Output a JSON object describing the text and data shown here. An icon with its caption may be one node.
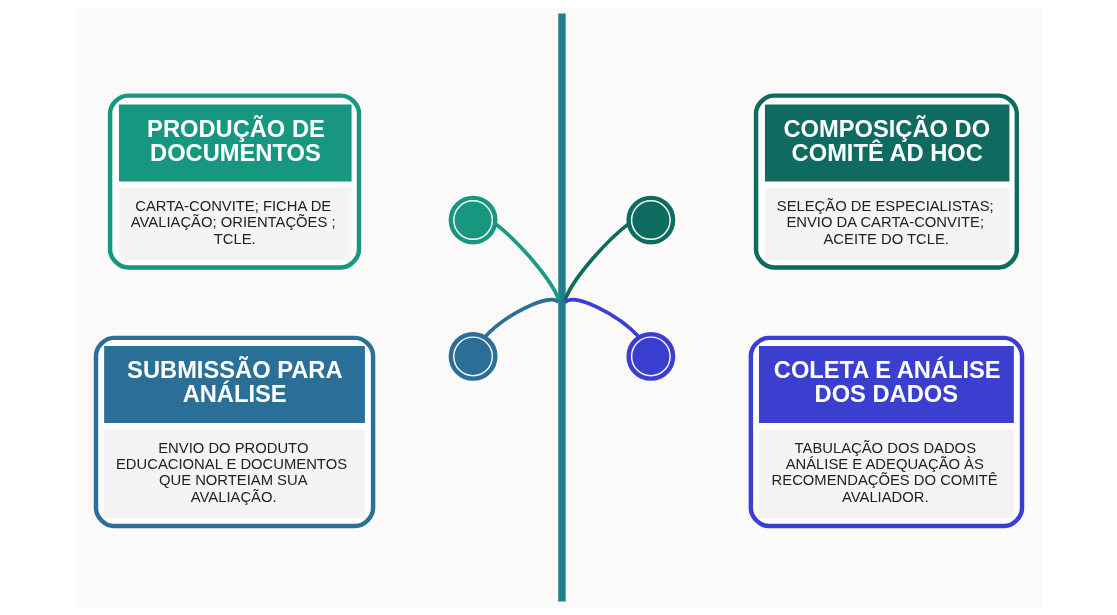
{
  "diagram": {
    "nodes": [
      {
        "text": [
          "PRODUÇÃO DE DOCUMENTOS",
          "CARTA-CONVITE; FICHA DE AVALIAÇÃO; ORIENTAÇÕES ; TCLE."
        ]
      },
      {
        "text": [],
        "shape": "circle"
      },
      {
        "text": [
          "COMPOSIÇÃO DO COMITÊ AD HOC",
          "SELEÇÃO DE ESPECIALISTAS; ENVIO DA CARTA-CONVITE; ACEITE DO TCLE."
        ]
      },
      {
        "text": [],
        "shape": "circle"
      },
      {
        "text": [
          "SUBMISSÃO PARA ANÁLISE",
          "ENVIO DO PRODUTO EDUCACIONAL E DOCUMENTOS QUE NORTEIAM SUA AVALIAÇÃO."
        ]
      },
      {
        "text": [],
        "shape": "circle"
      },
      {
        "text": [
          "COLETA E ANÁLISE DOS DADOS",
          "TABULAÇÃO DOS DADOS ANÁLISE E ADEQUAÇÃO ÀS RECOMENDAÇÕES DO COMITÊ AVALIADOR."
        ]
      },
      {
        "text": [],
        "shape": "circle"
      },
      {
        "text": [],
        "shape": "bar"
      }
    ],
    "edges": [
      {
        "from": 1,
        "to": 8,
        "arrow": "none",
        "color": "#1a9a85"
      },
      {
        "from": 3,
        "to": 8,
        "arrow": "none",
        "color": "#0f6b5f"
      },
      {
        "from": 5,
        "to": 8,
        "arrow": "none",
        "color": "#2a6f97"
      },
      {
        "from": 7,
        "to": 8,
        "arrow": "none",
        "color": "#3b3fd0"
      }
    ]
  }
}
